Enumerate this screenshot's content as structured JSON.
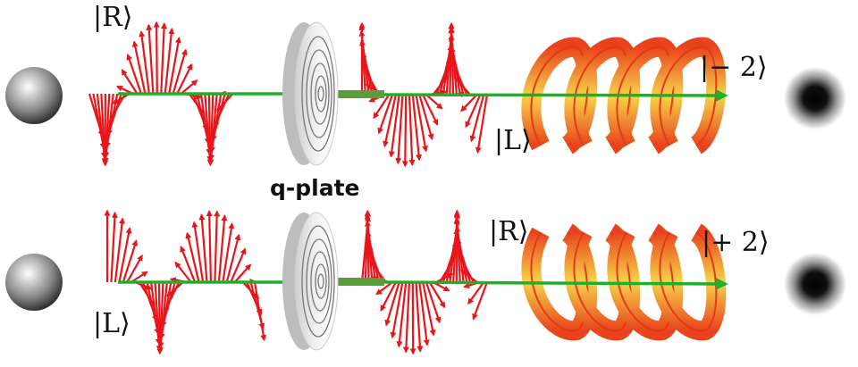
{
  "labels": {
    "top_input_state": "|R⟩",
    "top_output_oam": "|− 2⟩",
    "top_output_state": "|L⟩",
    "device": "q-plate",
    "bottom_input_state": "|L⟩",
    "bottom_output_state": "|R⟩",
    "bottom_output_oam": "|+ 2⟩"
  },
  "colors": {
    "field_arrows": "#e8161b",
    "beam_axis": "#1fb02a",
    "helix_fill": "#f7d24a",
    "helix_edge": "#e33a1a"
  }
}
